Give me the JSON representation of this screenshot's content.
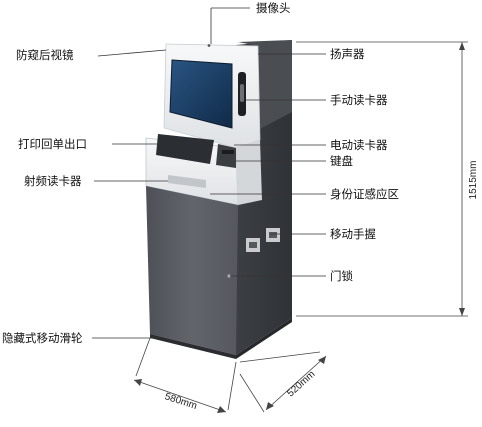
{
  "labels": {
    "camera": "摄像头",
    "anti_peep_mirror": "防窥后视镜",
    "speaker": "扬声器",
    "manual_card_reader": "手动读卡器",
    "receipt_outlet": "打印回单出口",
    "motorized_card_reader": "电动读卡器",
    "keyboard": "键盘",
    "rf_card_reader": "射频读卡器",
    "id_sensing_area": "身份证感应区",
    "mobile_handle": "移动手握",
    "door_lock": "门锁",
    "hidden_casters": "隐藏式移动滑轮"
  },
  "dimensions": {
    "height": "1515mm",
    "width": "580mm",
    "depth": "520mm"
  },
  "colors": {
    "cabinet_dark": "#5a5d63",
    "cabinet_side": "#3f4247",
    "panel_white": "#eef0f2",
    "screen": "#1b3f68",
    "line": "#333333"
  }
}
